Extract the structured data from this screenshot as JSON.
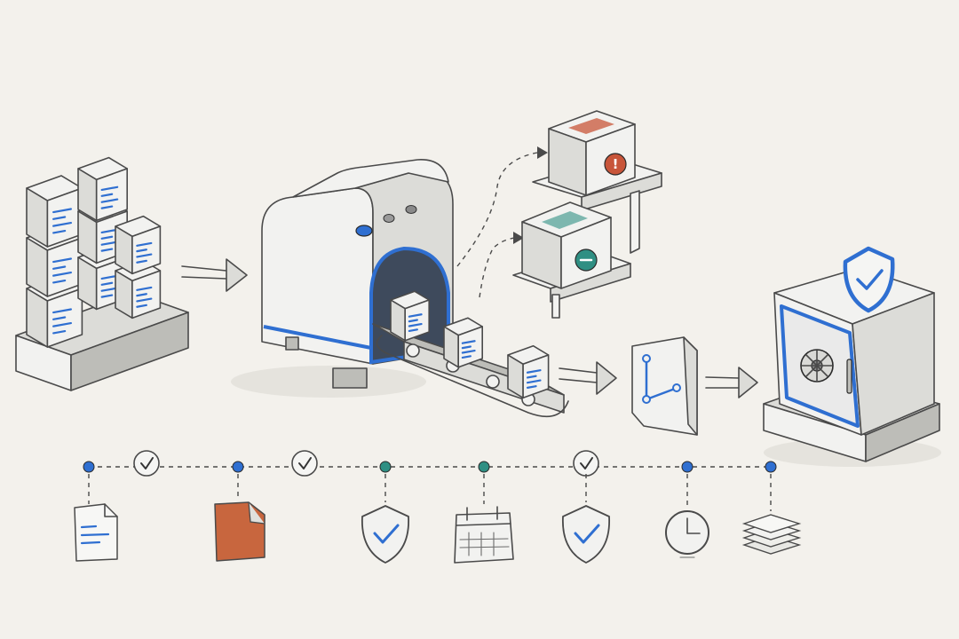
{
  "colors": {
    "accent_blue": "#2f6fd1",
    "alert_red": "#c8553a",
    "reject_teal": "#2f8f83",
    "folder_orange": "#c8663e",
    "ink": "#4a4a4a",
    "paper": "#f3f1ec"
  },
  "diagram": {
    "stages": [
      {
        "id": "source-stack",
        "icon": "stacked-document-boxes"
      },
      {
        "id": "processor",
        "icon": "scanning-machine-with-conveyor"
      },
      {
        "id": "exception-bin",
        "icon": "exclamation-icon"
      },
      {
        "id": "rejected-bin",
        "icon": "minus-icon"
      },
      {
        "id": "routing-card",
        "icon": "branch-icon"
      },
      {
        "id": "secure-vault",
        "icon": "shield-check-icon"
      }
    ],
    "timeline": [
      {
        "marker": "dot",
        "icon": "document-icon"
      },
      {
        "marker": "check",
        "icon": ""
      },
      {
        "marker": "dot",
        "icon": "folder-icon"
      },
      {
        "marker": "check",
        "icon": ""
      },
      {
        "marker": "dot",
        "icon": "shield-check-icon"
      },
      {
        "marker": "dot",
        "icon": "calendar-icon"
      },
      {
        "marker": "check",
        "icon": "shield-check-icon"
      },
      {
        "marker": "dot",
        "icon": "clock-icon"
      },
      {
        "marker": "dot",
        "icon": "layers-icon"
      }
    ]
  }
}
